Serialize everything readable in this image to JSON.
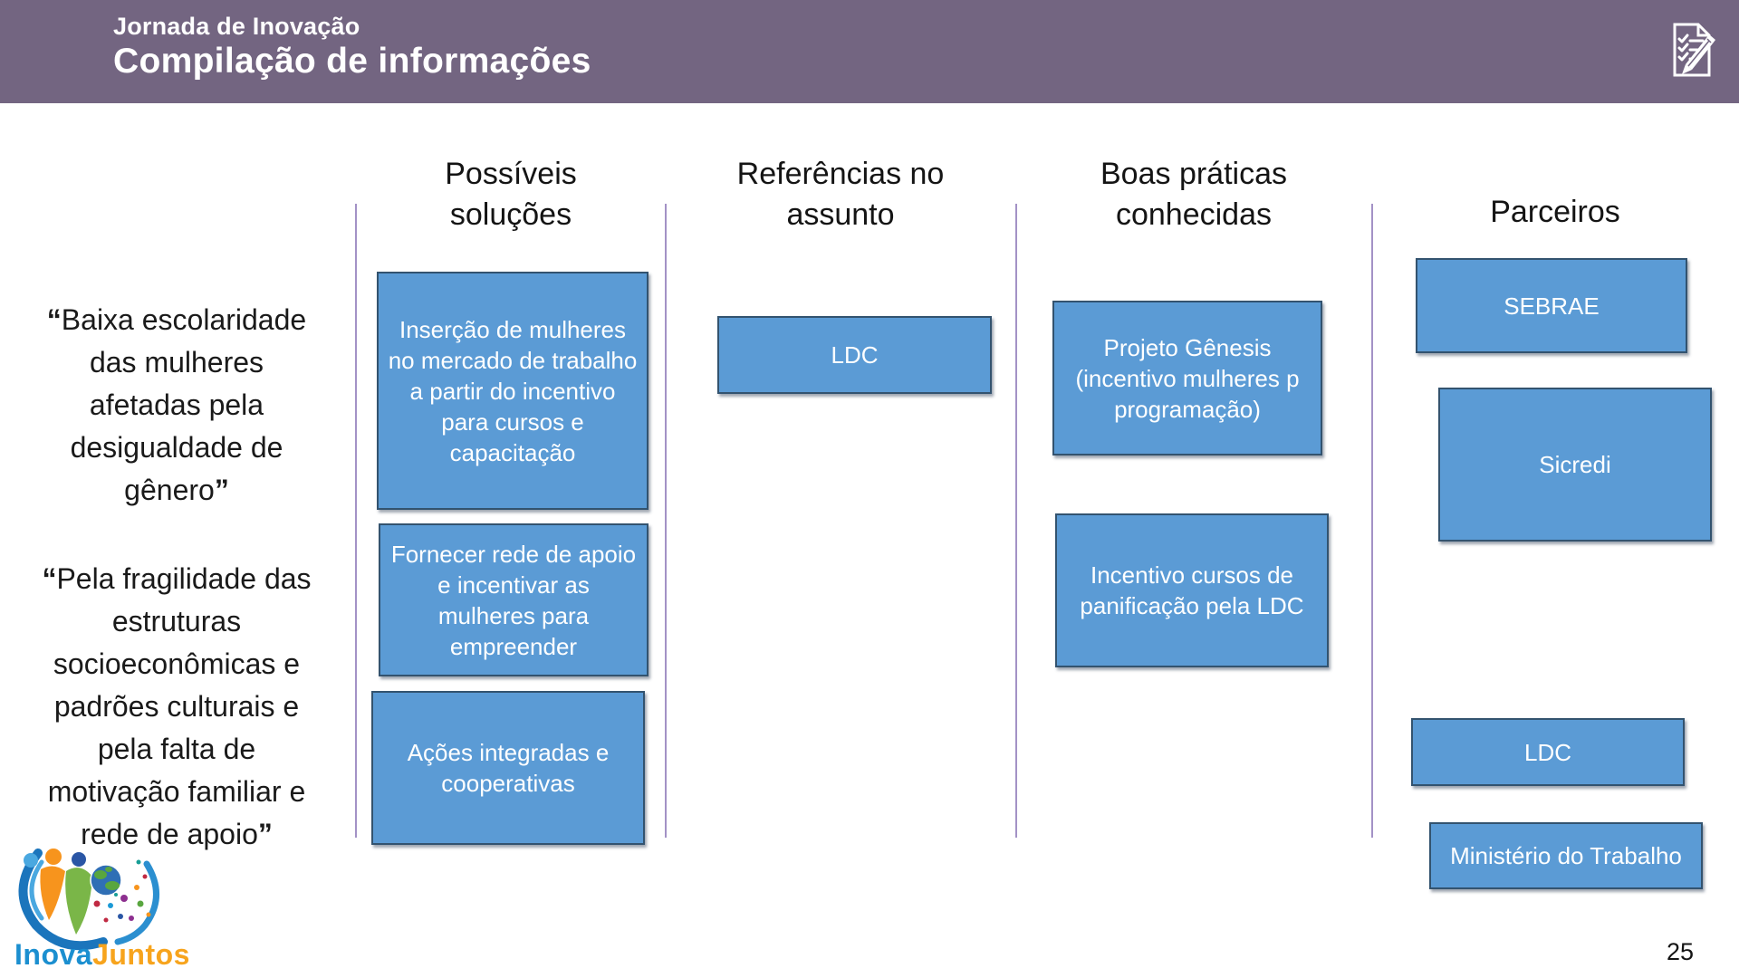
{
  "slide": {
    "header": {
      "pretitle": "Jornada de Inovação",
      "title": "Compilação de informações",
      "icon": "checklist-pencil"
    },
    "columns": [
      {
        "label": "Possíveis soluções"
      },
      {
        "label": "Referências no assunto"
      },
      {
        "label": "Boas práticas conhecidas"
      },
      {
        "label": "Parceiros"
      }
    ],
    "quotes": [
      {
        "open": "“",
        "close": "”",
        "lines": [
          "Baixa escolaridade",
          "das mulheres",
          "afetadas pela",
          "desigualdade de",
          "gênero"
        ]
      },
      {
        "open": "“",
        "close": "”",
        "lines": [
          "Pela fragilidade das",
          "estruturas",
          "socioeconômicas e",
          "padrões culturais e",
          "pela falta de",
          "motivação familiar e",
          "rede de apoio"
        ]
      }
    ],
    "cards": {
      "solucao_1": "Inserção de mulheres no mercado de trabalho a partir do incentivo para cursos e capacitação",
      "solucao_2": "Fornecer rede de apoio e incentivar as mulheres para empreender",
      "solucao_3": "Ações integradas e cooperativas",
      "referencia_1": "LDC",
      "boa_pratica_1": "Projeto Gênesis (incentivo mulheres p programação)",
      "boa_pratica_2": "Incentivo cursos de panificação pela LDC",
      "parceiro_1": "SEBRAE",
      "parceiro_2": "Sicredi",
      "parceiro_3": "LDC",
      "parceiro_4": "Ministério do Trabalho"
    },
    "logo": {
      "part1": "Inova",
      "part2": "Juntos"
    },
    "page_number": "25",
    "colors": {
      "header_bg": "#736581",
      "card_fill": "#5b9bd5",
      "card_border": "#33536f",
      "divider": "#a392c6"
    }
  }
}
